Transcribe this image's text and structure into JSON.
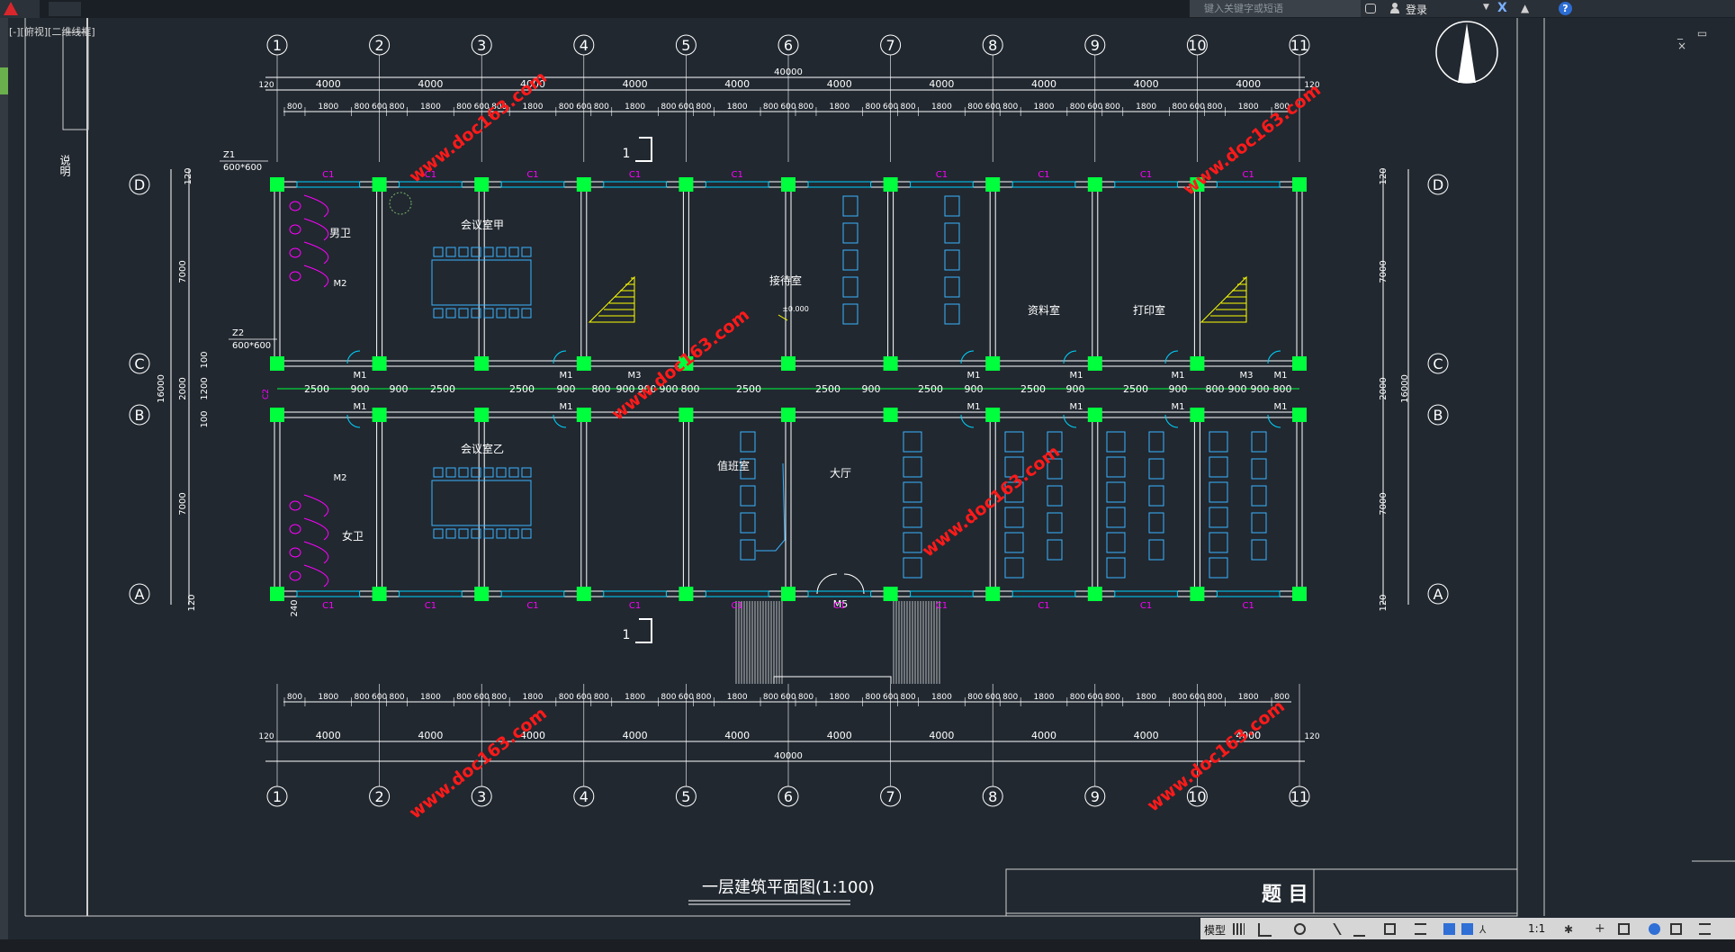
{
  "window": {
    "view_label": "[-][俯视][二维线框]"
  },
  "search": {
    "placeholder": "键入关键字或短语"
  },
  "account": {
    "login_label": "登录"
  },
  "icons": {
    "app": "autocad-logo-icon",
    "binoculars": "binoculars-icon",
    "user": "user-icon",
    "exchange": "exchange-x-icon",
    "a360": "a360-icon",
    "help": "help-icon",
    "north_arrow": "north-arrow-icon"
  },
  "colors": {
    "background": "#212830",
    "column": "#00ff3c",
    "wall": "#ffffff",
    "window": "#00d5ff",
    "furniture": "#3bb4ff",
    "fixture": "#ff00ff",
    "stair": "#ffff00",
    "watermark": "#ff1a1a",
    "dimension": "#ffffff"
  },
  "drawing": {
    "axes_numbers": [
      "1",
      "2",
      "3",
      "4",
      "5",
      "6",
      "7",
      "8",
      "9",
      "10",
      "11"
    ],
    "axes_letters": [
      "D",
      "C",
      "B",
      "A"
    ],
    "bay_dims": [
      "4000",
      "4000",
      "4000",
      "4000",
      "4000",
      "4000",
      "4000",
      "4000",
      "4000",
      "4000"
    ],
    "overall_dim": "40000",
    "edge_dim": "120",
    "window_dims_top": [
      "800",
      "1800",
      "800",
      "600",
      "800",
      "1800",
      "800",
      "600",
      "800",
      "1800",
      "800",
      "600",
      "800",
      "1800",
      "800",
      "600",
      "800",
      "1800",
      "800",
      "600",
      "800",
      "1800",
      "800",
      "600",
      "800",
      "1800",
      "800",
      "600",
      "800",
      "1800",
      "800",
      "600",
      "800",
      "1800",
      "800",
      "600",
      "800",
      "1800",
      "800"
    ],
    "corridor_dims": [
      "2500",
      "900",
      "900",
      "2500",
      "2500",
      "900",
      "800",
      "900",
      "900",
      "900",
      "800",
      "2500",
      "2500",
      "900",
      "2500",
      "900",
      "2500",
      "900",
      "2500",
      "900",
      "800",
      "900",
      "900",
      "800"
    ],
    "left_dims": [
      "7000",
      "2000",
      "16000",
      "1200",
      "100",
      "100",
      "7000"
    ],
    "right_dims": [
      "7000",
      "2000",
      "16000",
      "7000"
    ],
    "edge_dims_vertical": [
      "120",
      "120",
      "240"
    ],
    "rooms": [
      "男卫",
      "会议室甲",
      "接待室",
      "资料室",
      "打印室",
      "会议室乙",
      "值班室",
      "大厅",
      "女卫"
    ],
    "elevation": "±0.000",
    "column_tags": [
      {
        "name": "Z1",
        "size": "600*600"
      },
      {
        "name": "Z2",
        "size": "600*600"
      }
    ],
    "window_tag": "C1",
    "door_tags": [
      "M1",
      "M2",
      "M3",
      "M5"
    ],
    "side_door_tag": "C2",
    "section_mark": "1",
    "watermark": "www.doc163.com",
    "drawing_title": "一层建筑平面图(1:100)",
    "title_block_label": "题  目",
    "side_note": "说明"
  },
  "statusbar": {
    "model_label": "模型",
    "scale_label": "1:1"
  }
}
